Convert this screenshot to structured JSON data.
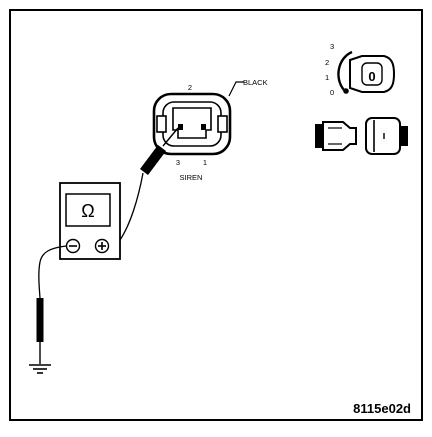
{
  "connector": {
    "color_label": "BLACK",
    "name_label": "SIREN",
    "pin_top": "2",
    "pin_left": "3",
    "pin_right": "1"
  },
  "ignition_switch": {
    "positions": [
      "3",
      "2",
      "1",
      "0"
    ],
    "key_symbol": "0"
  },
  "meter": {
    "display_symbol": "Ω",
    "neg_terminal": "−",
    "pos_terminal": "+"
  },
  "figure_code": "8115e02d",
  "colors": {
    "line": "#000000",
    "background": "#ffffff"
  }
}
